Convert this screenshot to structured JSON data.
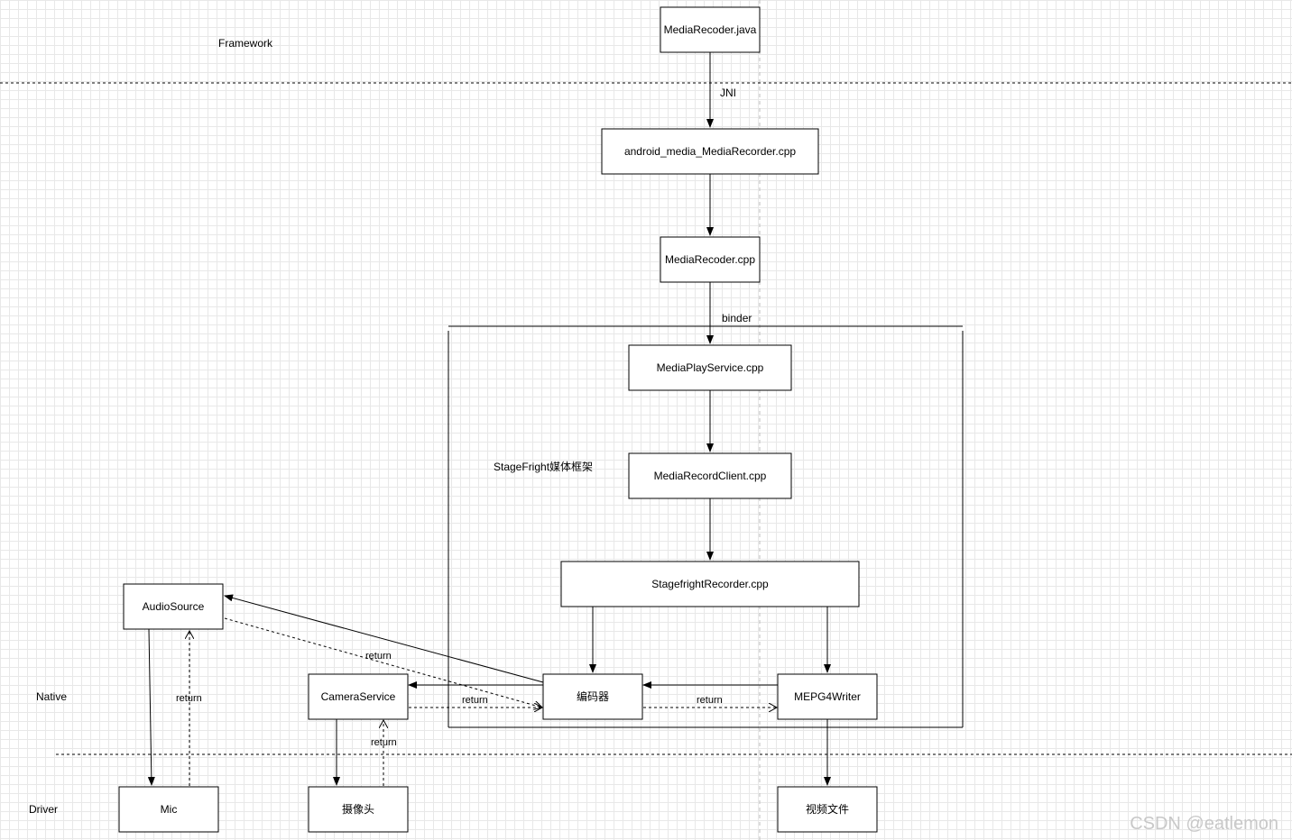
{
  "layers": {
    "framework": "Framework",
    "native": "Native",
    "driver": "Driver"
  },
  "region": {
    "title": "StageFright媒体框架"
  },
  "nodes": {
    "media_recoder_java": "MediaRecoder.java",
    "android_media_recorder_cpp": "android_media_MediaRecorder.cpp",
    "media_recoder_cpp": "MediaRecoder.cpp",
    "media_play_service_cpp": "MediaPlayService.cpp",
    "media_record_client_cpp": "MediaRecordClient.cpp",
    "stagefright_recorder_cpp": "StagefrightRecorder.cpp",
    "audio_source": "AudioSource",
    "camera_service": "CameraService",
    "encoder": "编码器",
    "mpeg4_writer": "MEPG4Writer",
    "mic": "Mic",
    "camera": "摄像头",
    "video_file": "视频文件"
  },
  "edge_labels": {
    "jni": "JNI",
    "binder": "binder",
    "return_audio_encoder": "return",
    "return_camera_encoder": "return",
    "return_encoder_writer": "return",
    "return_mic_audio": "return",
    "return_camera_service": "return"
  },
  "watermark": "CSDN @eatlemon"
}
